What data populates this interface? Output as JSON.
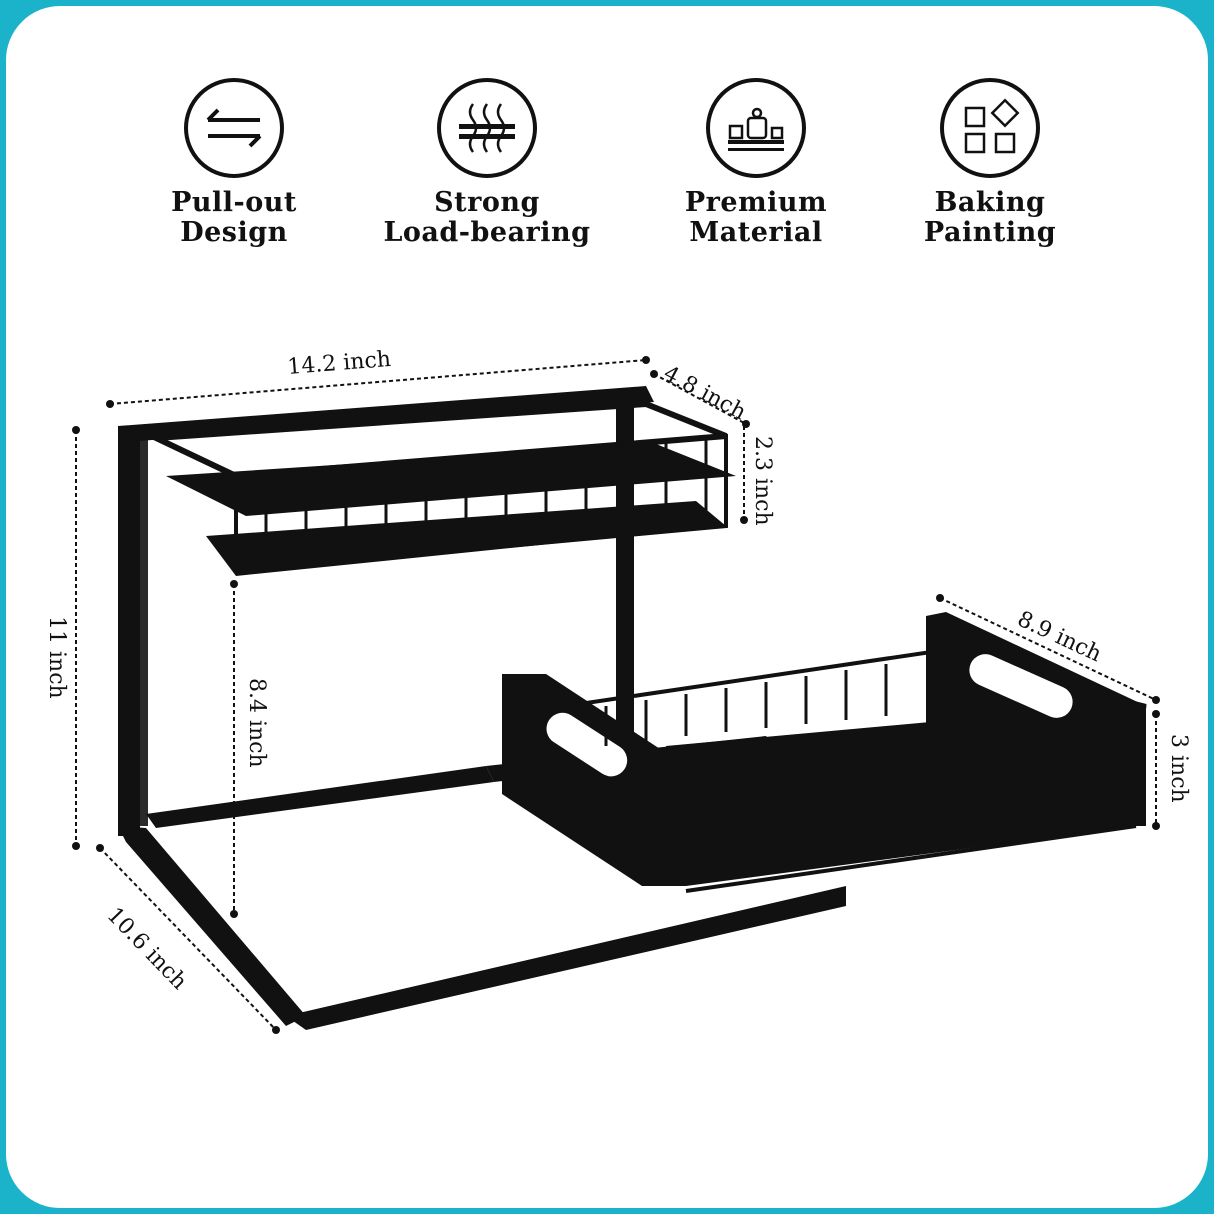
{
  "features": [
    {
      "icon": "pull-out-arrows-icon",
      "line1": "Pull-out",
      "line2": "Design"
    },
    {
      "icon": "load-bearing-icon",
      "line1": "Strong",
      "line2": "Load-bearing"
    },
    {
      "icon": "premium-material-icon",
      "line1": "Premium",
      "line2": "Material"
    },
    {
      "icon": "baking-painting-icon",
      "line1": "Baking",
      "line2": "Painting"
    }
  ],
  "dimensions": {
    "width": "14.2 inch",
    "top_depth": "4.8 inch",
    "basket_height": "2.3 inch",
    "total_height": "11 inch",
    "clearance": "8.4 inch",
    "base_depth": "10.6 inch",
    "drawer_width": "8.9 inch",
    "drawer_height": "3 inch"
  },
  "colors": {
    "frame": "#111111",
    "border_accent": "#1bb3c9",
    "background": "#ffffff"
  }
}
